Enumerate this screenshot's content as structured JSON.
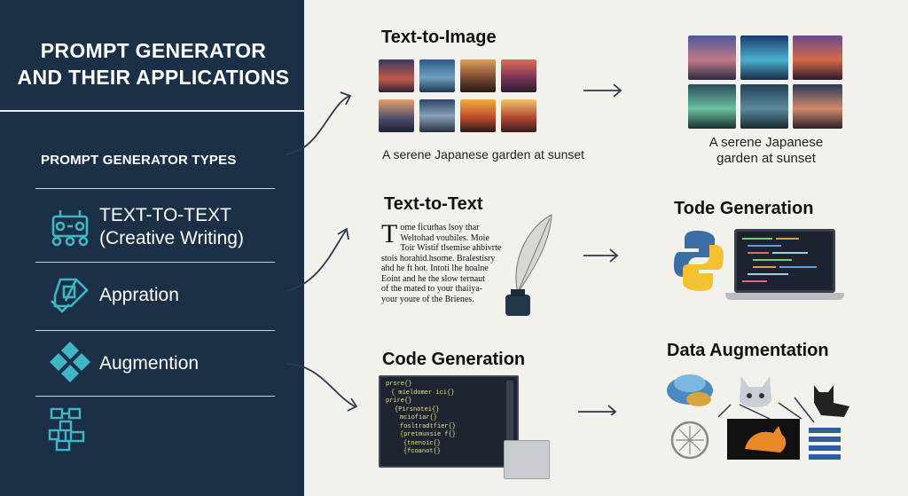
{
  "sidebar": {
    "title_line1": "PROMPT GENERATOR",
    "title_line2": "AND THEIR APPLICATIONS",
    "section_label": "PROMPT GENERATOR TYPES",
    "items": [
      {
        "label_line1": "TEXT-TO-TEXT",
        "label_line2": "(Creative Writing)",
        "icon": "robot-icon"
      },
      {
        "label": "Apprаtion",
        "icon": "puzzle-icon"
      },
      {
        "label": "Augmention",
        "icon": "diamond-cluster-icon"
      },
      {
        "label": "",
        "icon": "grid-blocks-icon"
      }
    ]
  },
  "inputs": {
    "text_to_image": {
      "heading": "Text-to-Image",
      "caption": "A serene Japanese garden at sunset"
    },
    "text_to_text": {
      "heading": "Text-to-Text",
      "paragraph": [
        "T",
        "ome ficurhas lsoy thar",
        "Weltohad voubiles. Moie",
        "Toir Wistif tlsemise ahbivrte",
        "stois horahid.hsome. Bralestisry",
        "ahd he ft hot. Intoti lhe hoalne",
        "Eoint and he the slow ternaut",
        "of the mated to your thaiiya-",
        "your youre of the Brienes."
      ]
    },
    "code_generation": {
      "heading": "Code Generation",
      "code_lines": [
        "prsre{}",
        "{  mieldomer ici{}",
        "prire{}",
        "{Pirsnotei{}",
        "mciofiar{}",
        "fosltradtfier{}",
        "{pretmunsie f{}",
        "{tnenoic{}",
        "{fcoanot{}"
      ]
    }
  },
  "outputs": {
    "image": {
      "caption_line1": "A serene Japanese",
      "caption_line2": "garden at sunset"
    },
    "code": {
      "heading": "Tode Generation"
    },
    "data": {
      "heading": "Data Augmentation"
    }
  },
  "colors": {
    "sidebar": "#1b2f47",
    "accent_teal": "#3fb6c6",
    "background": "#f3f1ec"
  }
}
